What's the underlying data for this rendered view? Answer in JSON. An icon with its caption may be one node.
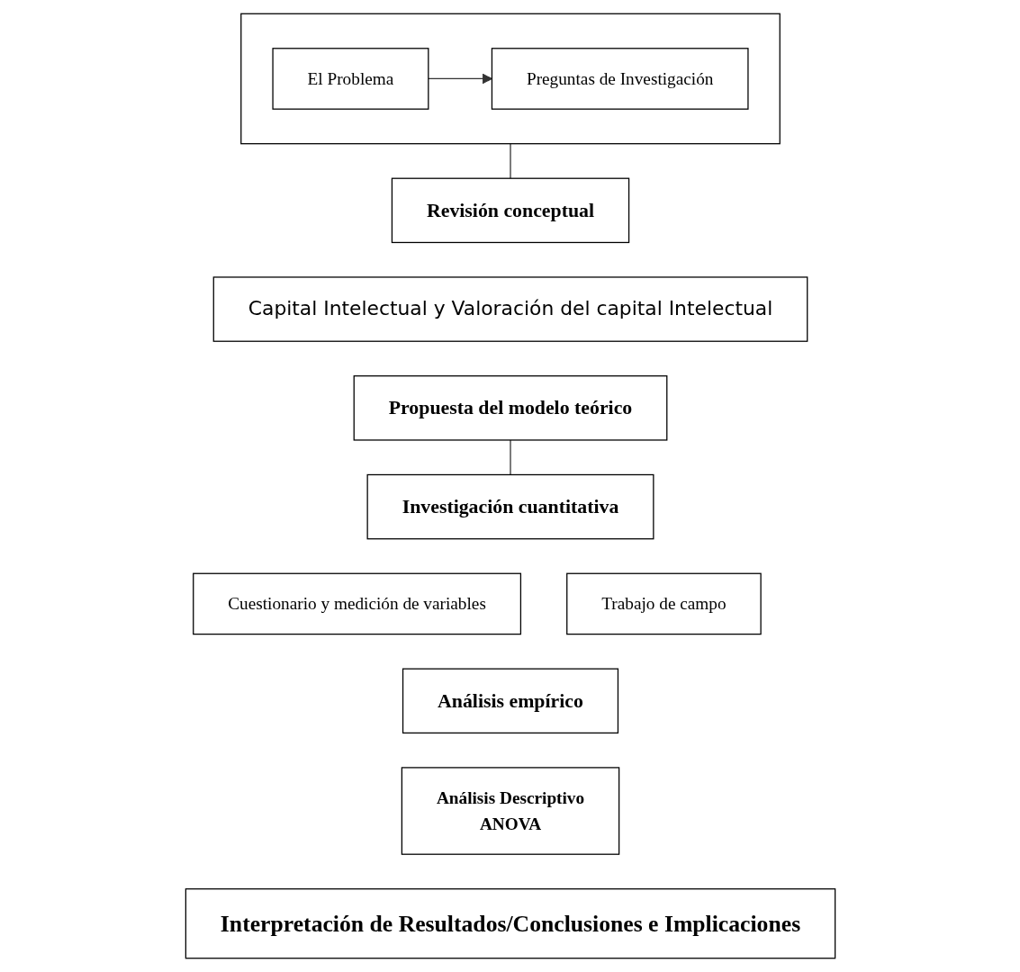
{
  "diagram": {
    "nodes": [
      {
        "text": [],
        "shape": "box"
      },
      {
        "text": [
          "El Problema"
        ],
        "in": 0
      },
      {
        "text": [
          "Preguntas de Investigación"
        ],
        "in": 0
      },
      {
        "text": [
          "Revisión conceptual"
        ]
      },
      {
        "text": [
          "Capital Intelectual y Valoración del capital Intelectual"
        ]
      },
      {
        "text": [
          "Propuesta del modelo teórico"
        ]
      },
      {
        "text": [
          "Investigación cuantitativa"
        ]
      },
      {
        "text": [
          "Cuestionario y medición de variables"
        ]
      },
      {
        "text": [
          "Trabajo de campo"
        ]
      },
      {
        "text": [
          "Análisis empírico"
        ]
      },
      {
        "text": [
          "Análisis Descriptivo",
          "ANOVA"
        ]
      },
      {
        "text": [
          "Interpretación de Resultados/Conclusiones e Implicaciones"
        ]
      }
    ],
    "edges": [
      {
        "from": 1,
        "to": 2,
        "arrow": "to"
      },
      {
        "from": 0,
        "to": 3,
        "arrow": "none"
      },
      {
        "from": 5,
        "to": 6,
        "arrow": "none"
      }
    ]
  }
}
